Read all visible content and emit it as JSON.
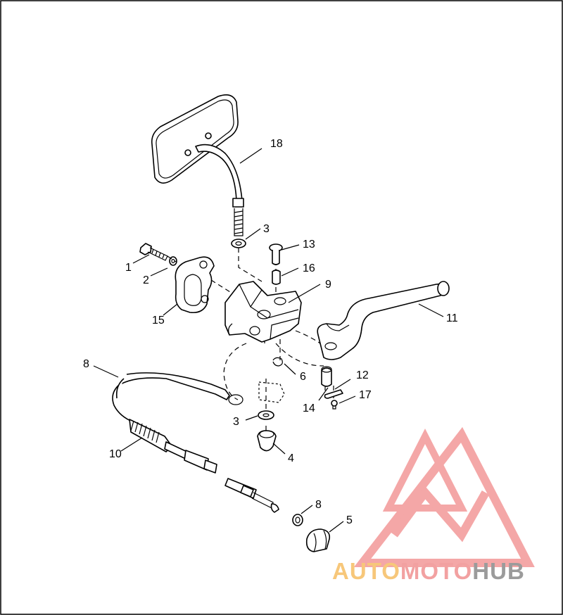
{
  "callouts": [
    {
      "id": "c1",
      "text": "1"
    },
    {
      "id": "c2",
      "text": "2"
    },
    {
      "id": "c3a",
      "text": "3"
    },
    {
      "id": "c3b",
      "text": "3"
    },
    {
      "id": "c4",
      "text": "4"
    },
    {
      "id": "c5",
      "text": "5"
    },
    {
      "id": "c6",
      "text": "6"
    },
    {
      "id": "c8a",
      "text": "8"
    },
    {
      "id": "c8b",
      "text": "8"
    },
    {
      "id": "c9",
      "text": "9"
    },
    {
      "id": "c10",
      "text": "10"
    },
    {
      "id": "c11",
      "text": "11"
    },
    {
      "id": "c12",
      "text": "12"
    },
    {
      "id": "c13",
      "text": "13"
    },
    {
      "id": "c14",
      "text": "14"
    },
    {
      "id": "c15",
      "text": "15"
    },
    {
      "id": "c16",
      "text": "16"
    },
    {
      "id": "c17",
      "text": "17"
    },
    {
      "id": "c18",
      "text": "18"
    }
  ],
  "watermark": {
    "word_part1": "AUTO",
    "word_part2": "MOTO",
    "word_part3": "HUB",
    "color_part1": "#f7c77a",
    "color_part2": "#f2a1a1",
    "color_part3": "#9b9b9b",
    "logo_color": "#f4a3a3"
  }
}
